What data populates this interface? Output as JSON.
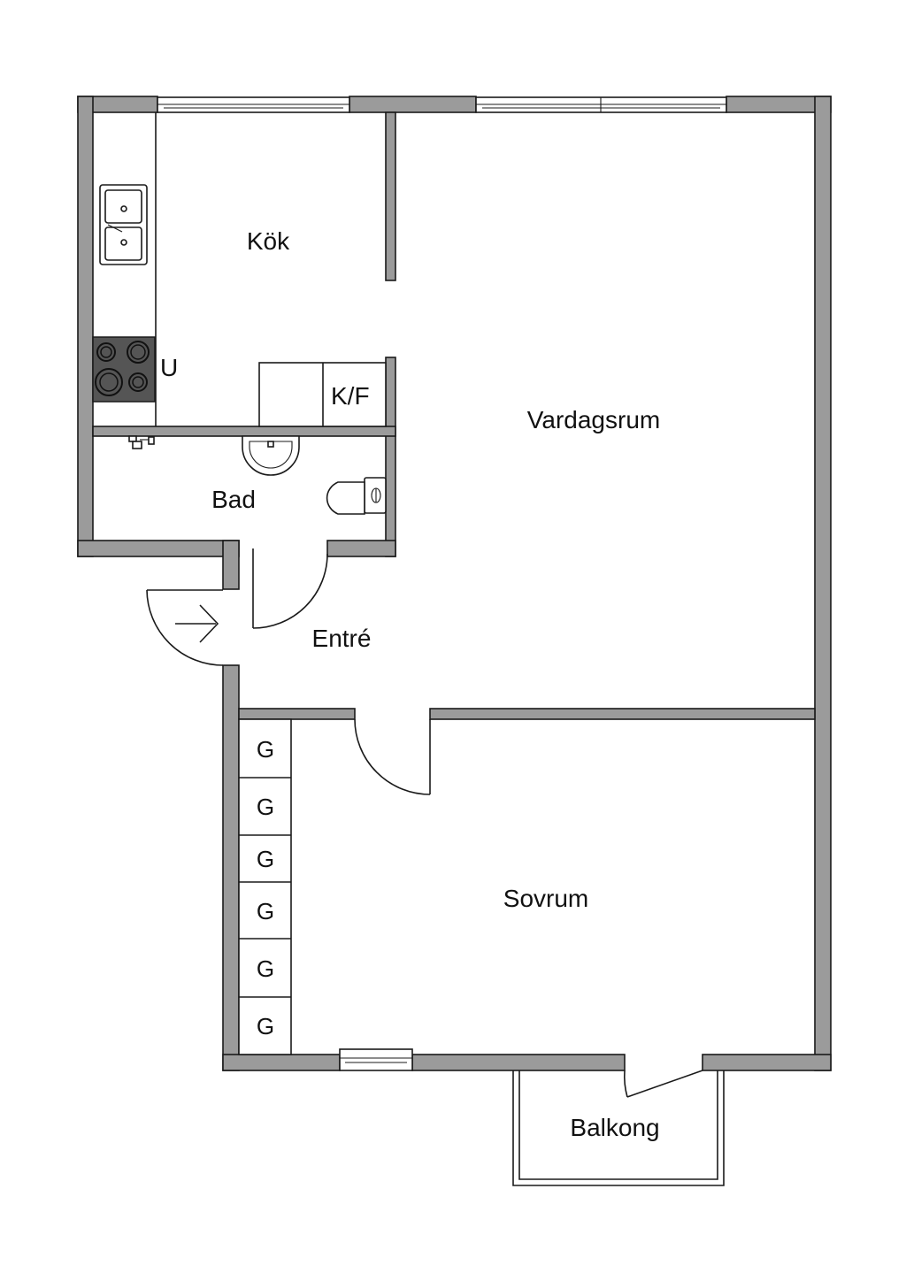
{
  "rooms": {
    "kok": "Kök",
    "vardagsrum": "Vardagsrum",
    "bad": "Bad",
    "entre": "Entré",
    "sovrum": "Sovrum",
    "balkong": "Balkong"
  },
  "appliances": {
    "stove_label": "U",
    "fridge_freezer_label": "K/F"
  },
  "wardrobes": [
    "G",
    "G",
    "G",
    "G",
    "G",
    "G"
  ],
  "colors": {
    "wall": "#9b9b9b",
    "line": "#1a1a1a",
    "stove": "#555555"
  }
}
